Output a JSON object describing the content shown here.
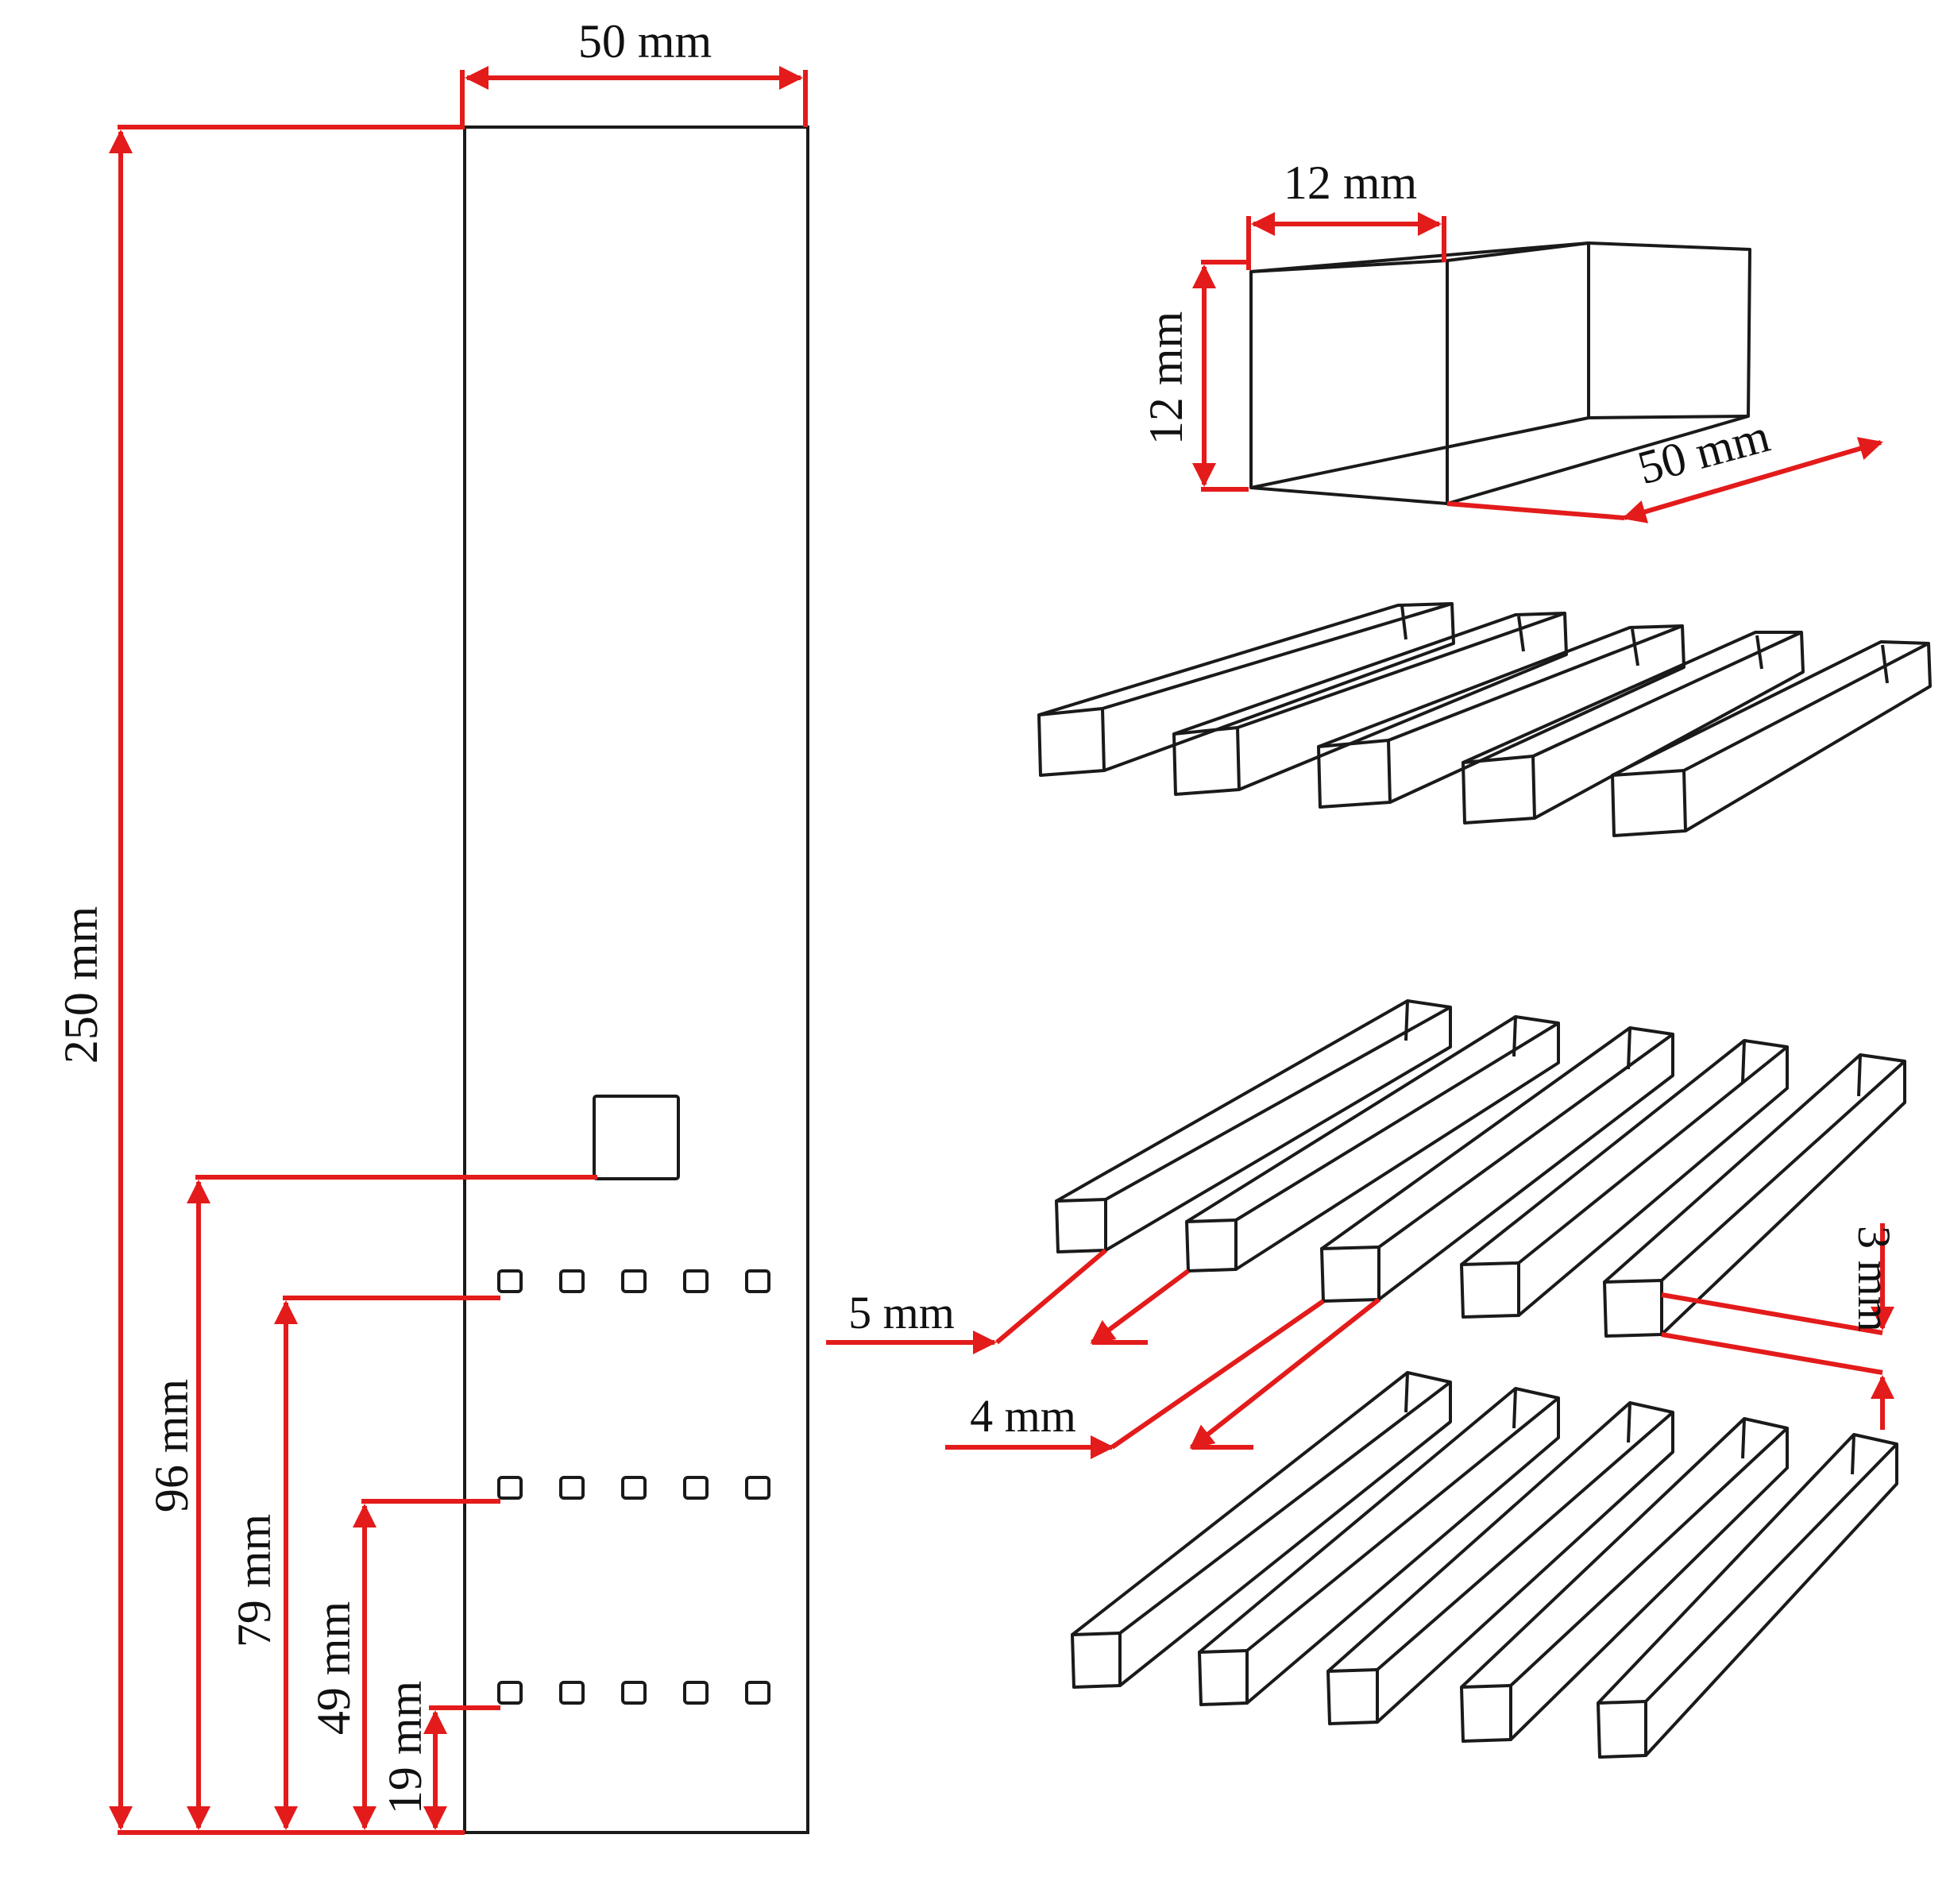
{
  "colors": {
    "dimension": "#e31b1b",
    "outline": "#1a1a1a",
    "background": "#ffffff"
  },
  "labels": {
    "plate_width": "50 mm",
    "plate_height": "250 mm",
    "block_height": "96 mm",
    "row_top": "79 mm",
    "row_middle": "49 mm",
    "row_bottom": "19 mm",
    "block_front_width": "12 mm",
    "block_front_height": "12 mm",
    "block_length": "50 mm",
    "gap_5": "5 mm",
    "gap_4": "4 mm",
    "gap_3": "3 mm"
  }
}
